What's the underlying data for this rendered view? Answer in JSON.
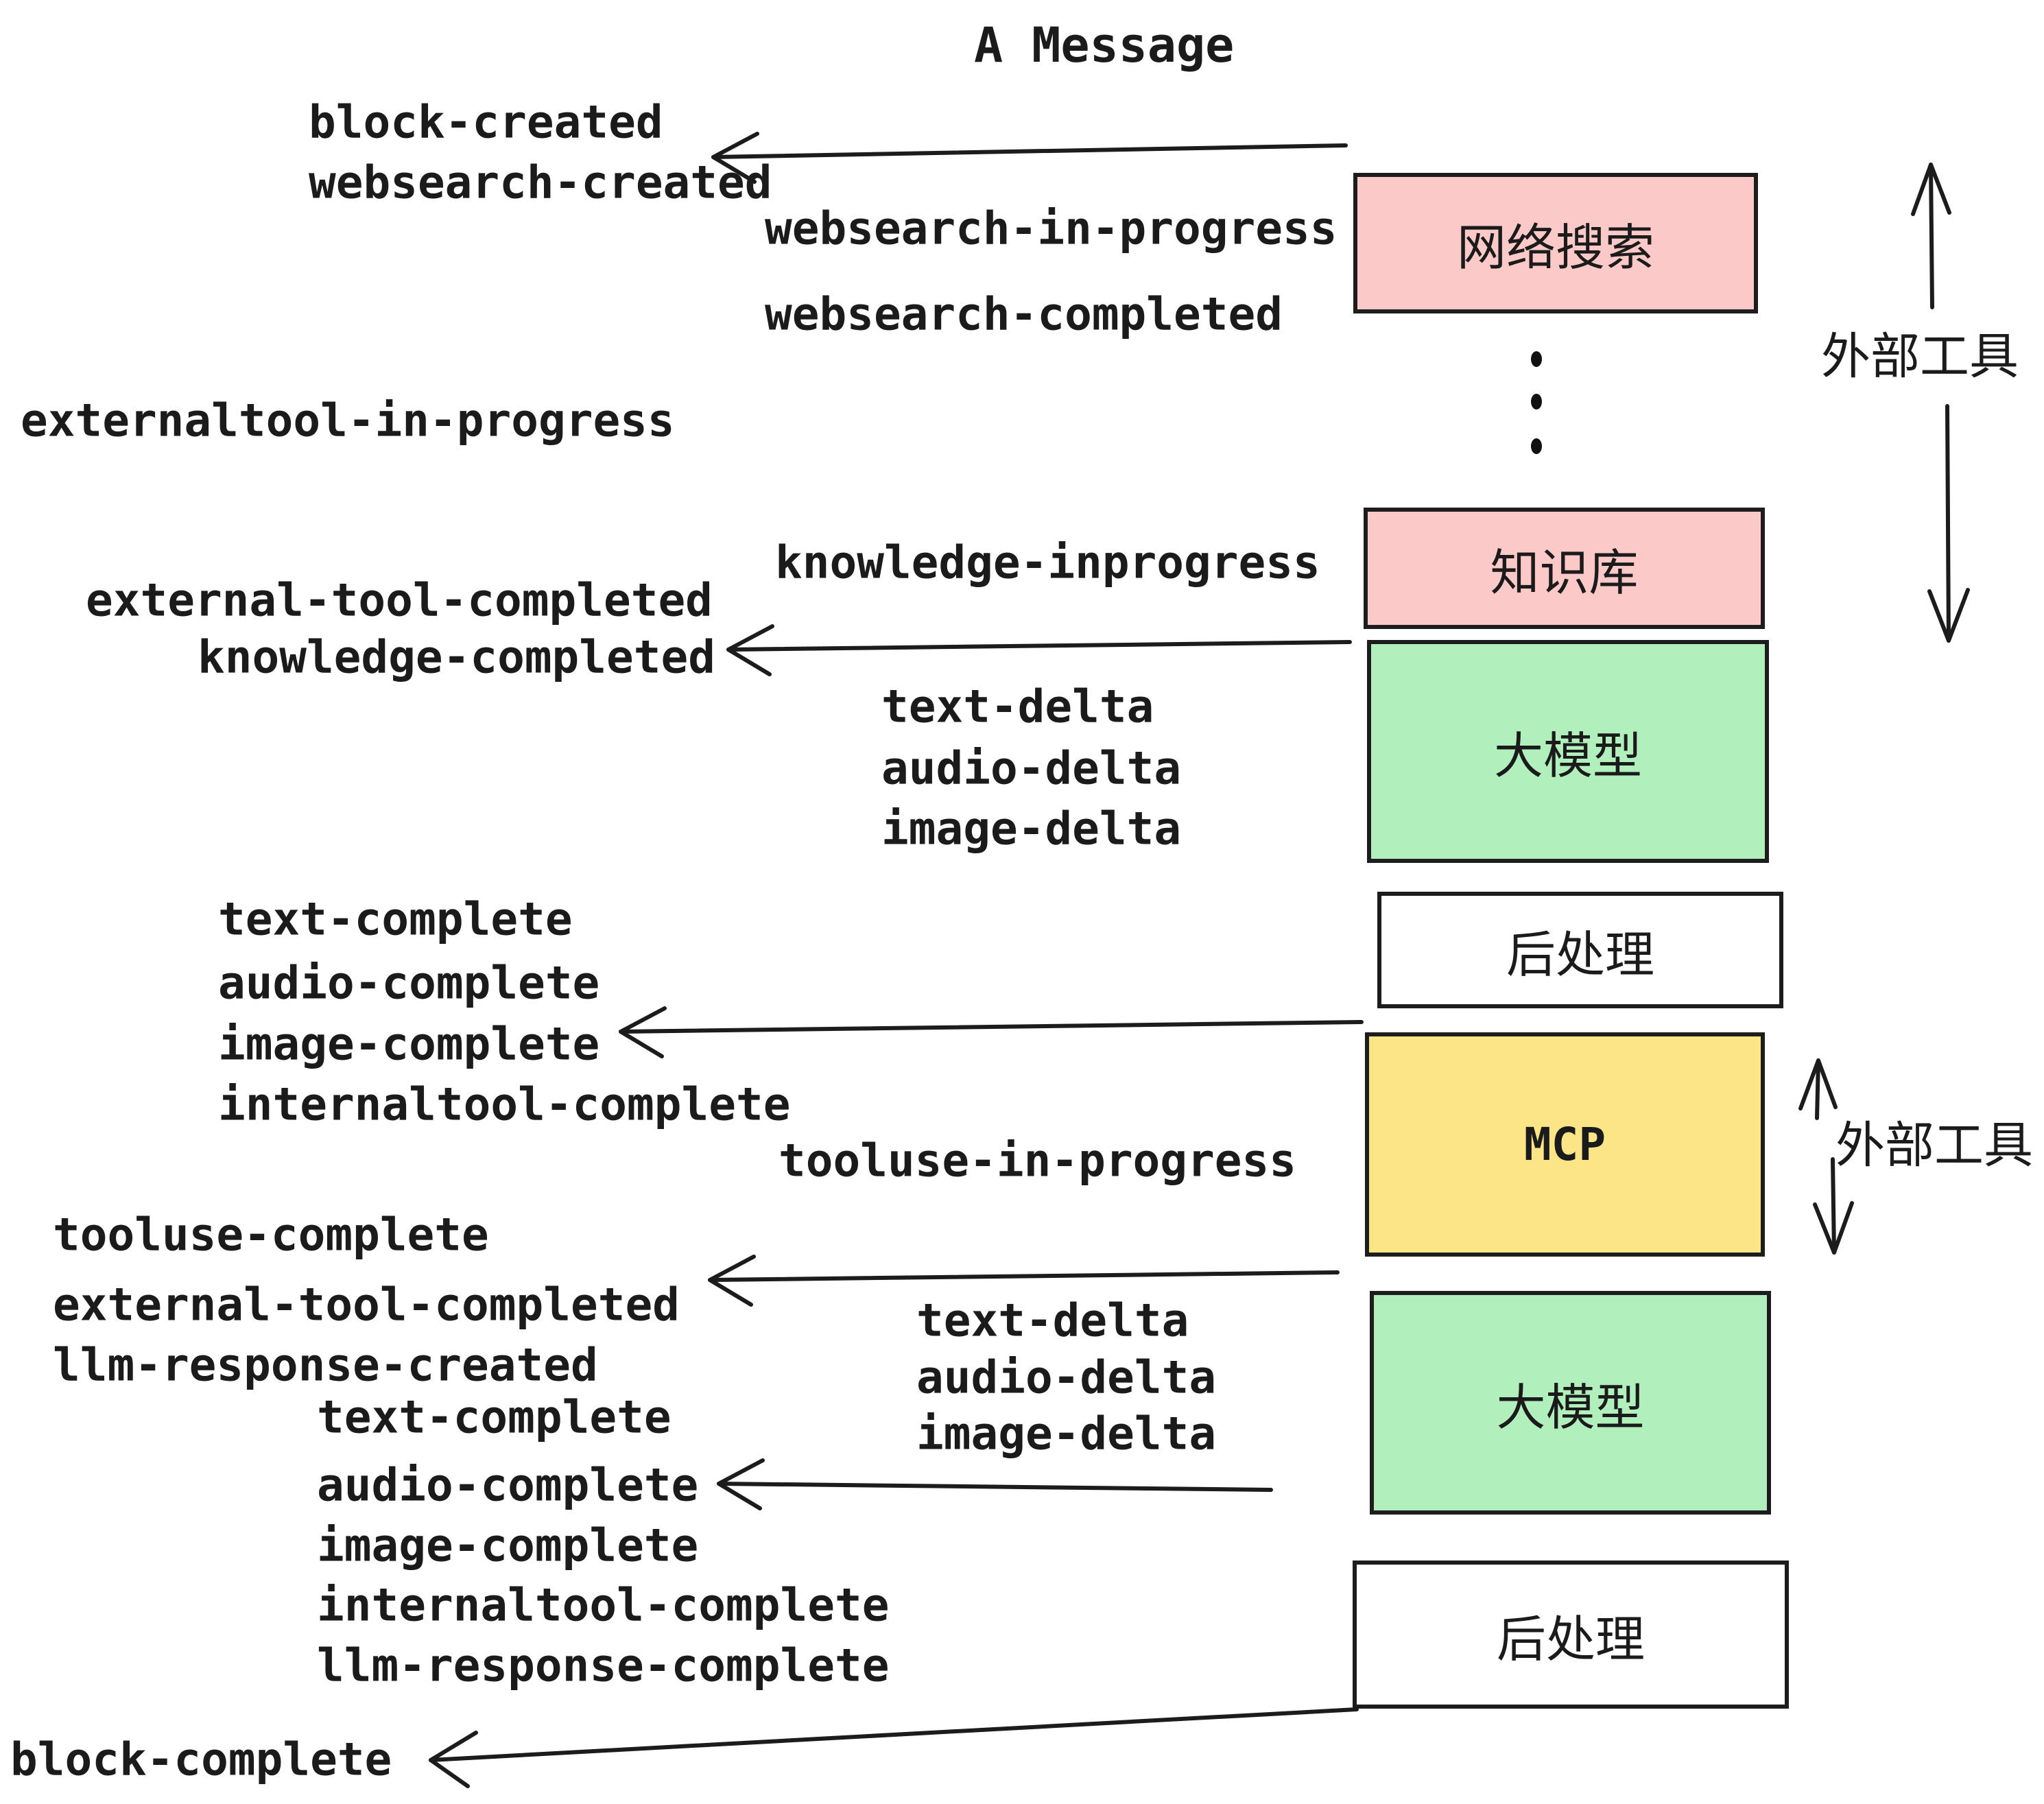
{
  "diagram": {
    "title": "A Message",
    "palette": {
      "pink": "#FCC9C9",
      "green": "#B1F0BD",
      "yellow": "#FBE586",
      "white": "#FFFFFF",
      "stroke": "#1C1C1C"
    },
    "event_labels": [
      {
        "id": "block-created",
        "text": "block-created"
      },
      {
        "id": "websearch-created",
        "text": "websearch-created"
      },
      {
        "id": "websearch-in-progress",
        "text": "websearch-in-progress"
      },
      {
        "id": "websearch-completed",
        "text": "websearch-completed"
      },
      {
        "id": "externaltool-in-progress",
        "text": "externaltool-in-progress"
      },
      {
        "id": "knowledge-inprogress",
        "text": "knowledge-inprogress"
      },
      {
        "id": "external-tool-completed-1",
        "text": "external-tool-completed"
      },
      {
        "id": "knowledge-completed",
        "text": "knowledge-completed"
      },
      {
        "id": "text-delta-1",
        "text": "text-delta"
      },
      {
        "id": "audio-delta-1",
        "text": "audio-delta"
      },
      {
        "id": "image-delta-1",
        "text": "image-delta"
      },
      {
        "id": "text-complete-1",
        "text": "text-complete"
      },
      {
        "id": "audio-complete-1",
        "text": "audio-complete"
      },
      {
        "id": "image-complete-1",
        "text": "image-complete"
      },
      {
        "id": "internaltool-complete-1",
        "text": "internaltool-complete"
      },
      {
        "id": "tooluse-in-progress",
        "text": "tooluse-in-progress"
      },
      {
        "id": "tooluse-complete",
        "text": "tooluse-complete"
      },
      {
        "id": "external-tool-completed-2",
        "text": "external-tool-completed"
      },
      {
        "id": "llm-response-created",
        "text": "llm-response-created"
      },
      {
        "id": "text-delta-2",
        "text": "text-delta"
      },
      {
        "id": "audio-delta-2",
        "text": "audio-delta"
      },
      {
        "id": "image-delta-2",
        "text": "image-delta"
      },
      {
        "id": "text-complete-2",
        "text": "text-complete"
      },
      {
        "id": "audio-complete-2",
        "text": "audio-complete"
      },
      {
        "id": "image-complete-2",
        "text": "image-complete"
      },
      {
        "id": "internaltool-complete-2",
        "text": "internaltool-complete"
      },
      {
        "id": "llm-response-complete",
        "text": "llm-response-complete"
      },
      {
        "id": "block-complete",
        "text": "block-complete"
      }
    ],
    "nodes": [
      {
        "id": "websearch",
        "label": "网络搜索",
        "fill": "pink"
      },
      {
        "id": "knowledge",
        "label": "知识库",
        "fill": "pink"
      },
      {
        "id": "llm-1",
        "label": "大模型",
        "fill": "green"
      },
      {
        "id": "postprocess-1",
        "label": "后处理",
        "fill": "white"
      },
      {
        "id": "mcp",
        "label": "MCP",
        "fill": "yellow"
      },
      {
        "id": "llm-2",
        "label": "大模型",
        "fill": "green"
      },
      {
        "id": "postprocess-2",
        "label": "后处理",
        "fill": "white"
      }
    ],
    "side_annotations": [
      {
        "id": "external-tools-1",
        "text": "外部工具"
      },
      {
        "id": "external-tools-2",
        "text": "外部工具"
      }
    ]
  }
}
